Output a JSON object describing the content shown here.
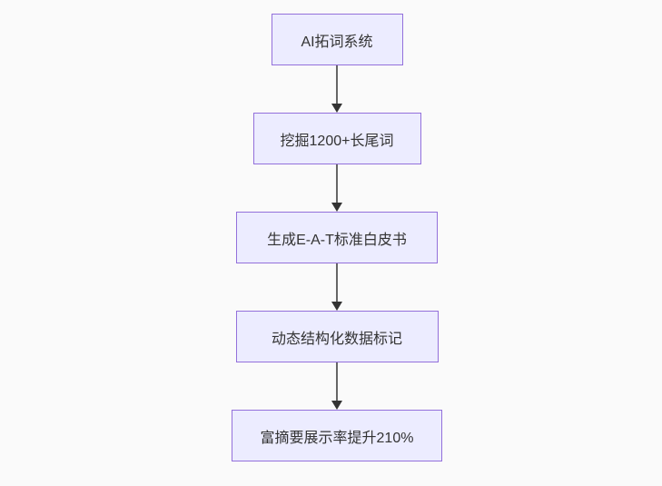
{
  "diagram": {
    "type": "flowchart",
    "direction": "top-down",
    "nodes": [
      {
        "id": "n1",
        "label": "AI拓词系统"
      },
      {
        "id": "n2",
        "label": "挖掘1200+长尾词"
      },
      {
        "id": "n3",
        "label": "生成E-A-T标准白皮书"
      },
      {
        "id": "n4",
        "label": "动态结构化数据标记"
      },
      {
        "id": "n5",
        "label": "富摘要展示率提升210%"
      }
    ],
    "edges": [
      {
        "from": "n1",
        "to": "n2"
      },
      {
        "from": "n2",
        "to": "n3"
      },
      {
        "from": "n3",
        "to": "n4"
      },
      {
        "from": "n4",
        "to": "n5"
      }
    ],
    "colors": {
      "background": "#fafafa",
      "node_fill": "#ececff",
      "node_border": "#9370db",
      "edge_line": "#666666",
      "arrow_head": "#333333",
      "text": "#333333"
    }
  }
}
